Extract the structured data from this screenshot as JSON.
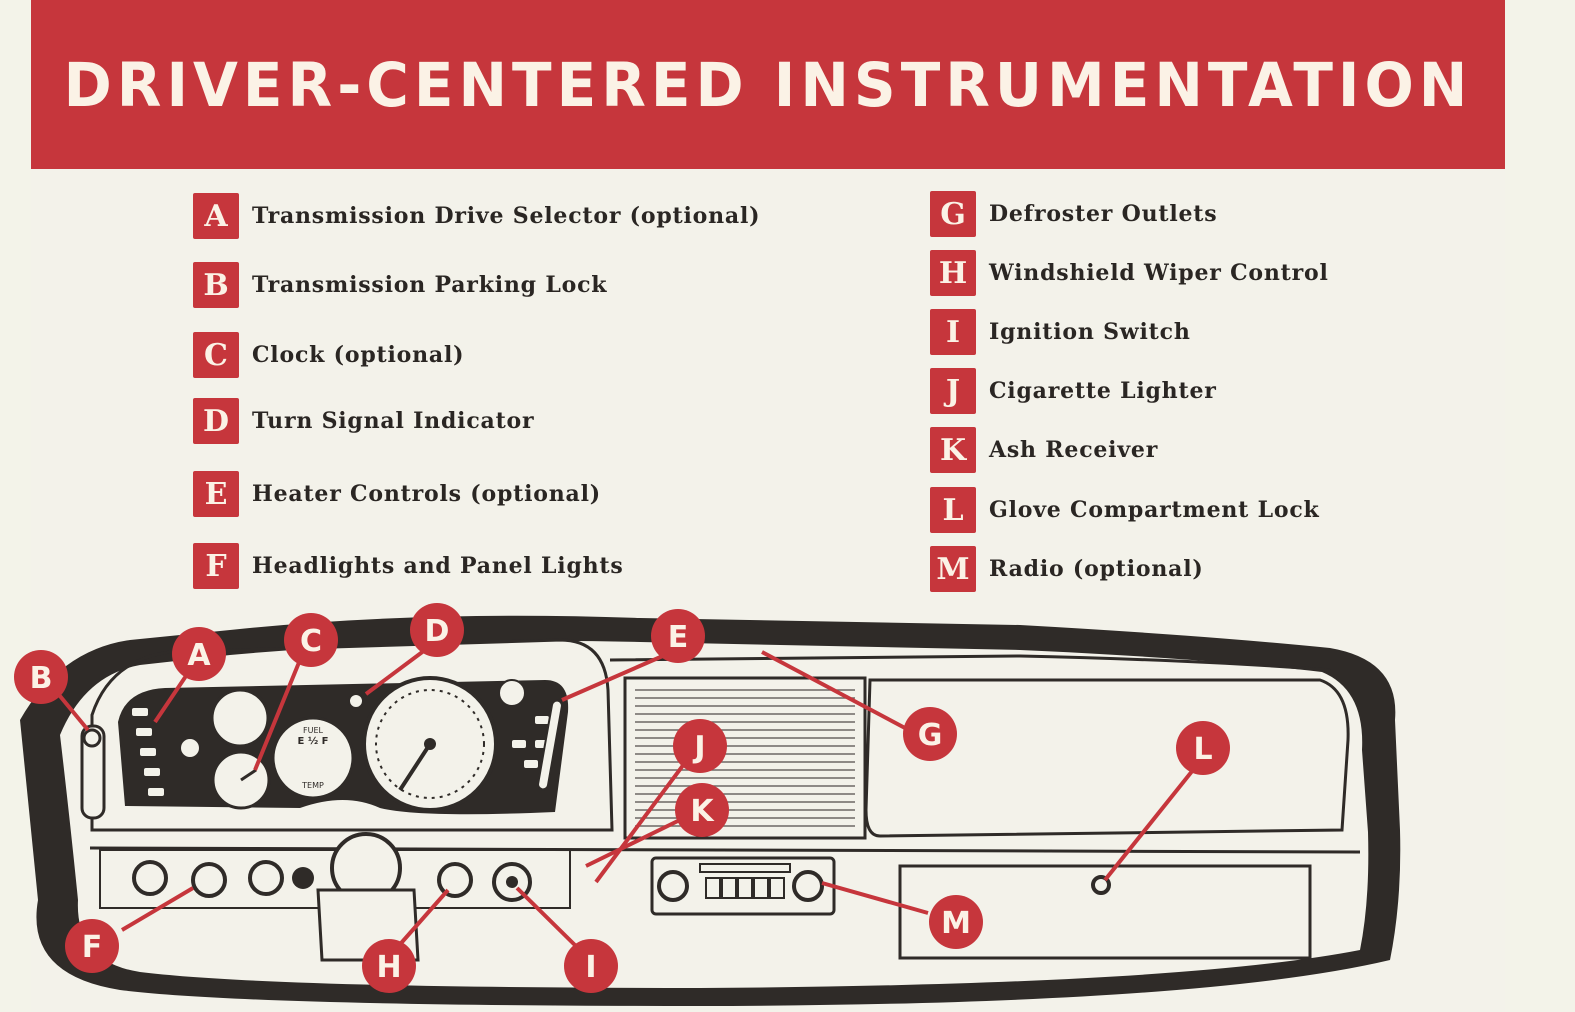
{
  "header": {
    "title": "DRIVER-CENTERED INSTRUMENTATION"
  },
  "colors": {
    "accent": "#c6363c",
    "paper": "#f3f2ea",
    "ink": "#2a2623"
  },
  "legend": {
    "left": [
      {
        "letter": "A",
        "label": "Transmission Drive Selector (optional)"
      },
      {
        "letter": "B",
        "label": "Transmission Parking Lock"
      },
      {
        "letter": "C",
        "label": "Clock (optional)"
      },
      {
        "letter": "D",
        "label": "Turn Signal Indicator"
      },
      {
        "letter": "E",
        "label": "Heater Controls (optional)"
      },
      {
        "letter": "F",
        "label": "Headlights and Panel Lights"
      }
    ],
    "right": [
      {
        "letter": "G",
        "label": "Defroster Outlets"
      },
      {
        "letter": "H",
        "label": "Windshield Wiper Control"
      },
      {
        "letter": "I",
        "label": "Ignition Switch"
      },
      {
        "letter": "J",
        "label": "Cigarette Lighter"
      },
      {
        "letter": "K",
        "label": "Ash Receiver"
      },
      {
        "letter": "L",
        "label": "Glove Compartment Lock"
      },
      {
        "letter": "M",
        "label": "Radio (optional)"
      }
    ]
  },
  "callouts": {
    "A": "A",
    "B": "B",
    "C": "C",
    "D": "D",
    "E": "E",
    "F": "F",
    "G": "G",
    "H": "H",
    "I": "I",
    "J": "J",
    "K": "K",
    "L": "L",
    "M": "M"
  },
  "gauges": {
    "fuel": "FUEL",
    "temp": "TEMP",
    "fuel_scale": "E ½ F"
  }
}
